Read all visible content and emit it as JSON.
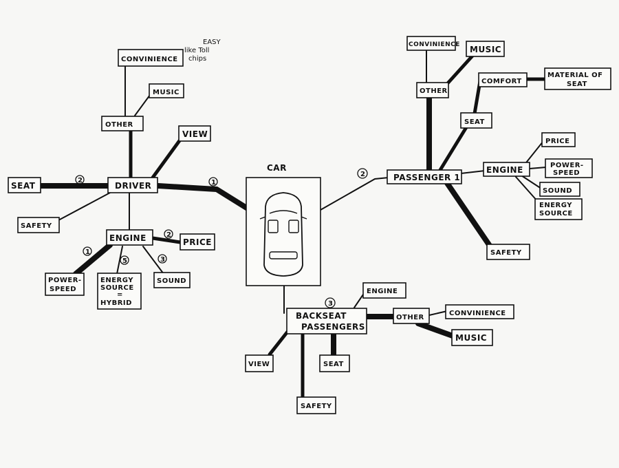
{
  "center": {
    "title": "CAR"
  },
  "branches": {
    "driver": {
      "label": "DRIVER",
      "number": "1",
      "children": {
        "seat": {
          "label": "SEAT",
          "number": "2"
        },
        "safety": {
          "label": "SAFETY"
        },
        "view": {
          "label": "VIEW"
        },
        "other": {
          "label": "OTHER",
          "children": {
            "convenience": {
              "label": "CONVINIENCE",
              "note_lines": [
                "EASY",
                "like Toll",
                "chips"
              ]
            },
            "music": {
              "label": "MUSIC"
            }
          }
        },
        "engine": {
          "label": "ENGINE",
          "children": {
            "price": {
              "label": "PRICE",
              "number": "2"
            },
            "power_speed": {
              "label_lines": [
                "POWER-",
                "SPEED"
              ],
              "number": "1"
            },
            "energy_source": {
              "label_lines": [
                "ENERGY",
                "SOURCE",
                "=",
                "HYBRID"
              ],
              "number": "5"
            },
            "sound": {
              "label": "SOUND",
              "number": "3"
            }
          }
        }
      }
    },
    "passenger": {
      "label": "PASSENGER 1",
      "number": "2",
      "children": {
        "other": {
          "label": "OTHER",
          "children": {
            "convenience": {
              "label": "CONVINIENCE"
            },
            "music": {
              "label": "MUSIC"
            }
          }
        },
        "seat": {
          "label": "SEAT",
          "children": {
            "comfort": {
              "label": "COMFORT",
              "children": {
                "material": {
                  "label_lines": [
                    "MATERIAL OF",
                    "SEAT"
                  ]
                }
              }
            }
          }
        },
        "engine": {
          "label": "ENGINE",
          "children": {
            "price": {
              "label": "PRICE"
            },
            "power_speed": {
              "label_lines": [
                "POWER-",
                "SPEED"
              ]
            },
            "sound": {
              "label": "SOUND"
            },
            "energy_source": {
              "label_lines": [
                "ENERGY",
                "SOURCE"
              ]
            }
          }
        },
        "safety": {
          "label": "SAFETY"
        }
      }
    },
    "backseat": {
      "label_lines": [
        "BACKSEAT",
        "PASSENGERS"
      ],
      "number": "3",
      "children": {
        "engine": {
          "label": "ENGINE"
        },
        "other": {
          "label": "OTHER",
          "children": {
            "convenience": {
              "label": "CONVINIENCE"
            },
            "music": {
              "label": "MUSIC"
            }
          }
        },
        "view": {
          "label": "VIEW"
        },
        "seat": {
          "label": "SEAT"
        },
        "safety": {
          "label": "SAFETY"
        }
      }
    }
  }
}
